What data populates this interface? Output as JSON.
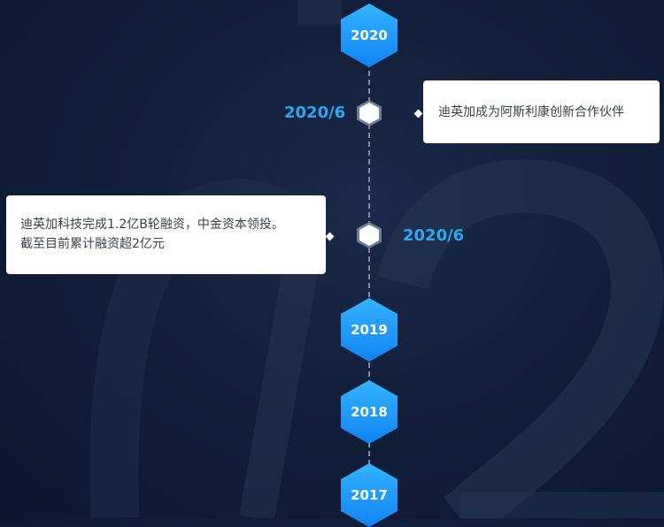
{
  "timeline": {
    "years_top": [
      {
        "label": "2020"
      }
    ],
    "events": [
      {
        "date": "2020/6",
        "text": "迪英加成为阿斯利康创新合作伙伴"
      },
      {
        "date": "2020/6",
        "line1": "迪英加科技完成1.2亿B轮融资，中金资本领投。",
        "line2": "截至目前累计融资超2亿元"
      }
    ],
    "years_bottom": [
      {
        "label": "2019"
      },
      {
        "label": "2018"
      },
      {
        "label": "2017"
      }
    ]
  },
  "colors": {
    "background": "#0c1730",
    "hex_accent": "#1183f5",
    "date_text": "#2aa8f2",
    "card_bg": "#ffffff"
  },
  "icons": [
    "hexagon-year-badge",
    "hexagon-event-node",
    "diamond-connector"
  ]
}
